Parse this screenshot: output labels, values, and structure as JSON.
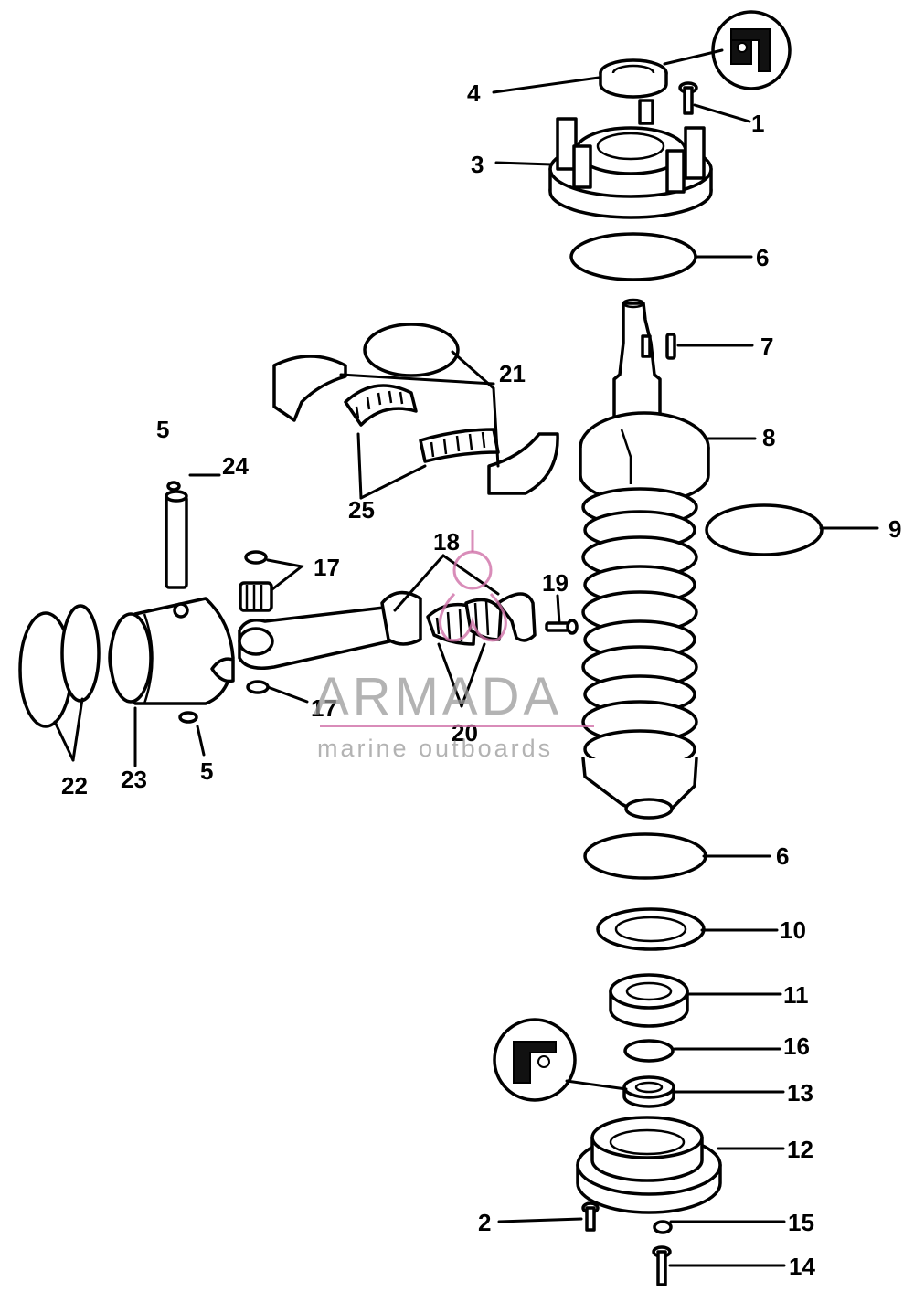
{
  "diagram": {
    "callouts": [
      {
        "id": "c1",
        "label": "1"
      },
      {
        "id": "c2",
        "label": "2"
      },
      {
        "id": "c3",
        "label": "3"
      },
      {
        "id": "c4",
        "label": "4"
      },
      {
        "id": "c5a",
        "label": "5"
      },
      {
        "id": "c5b",
        "label": "5"
      },
      {
        "id": "c6a",
        "label": "6"
      },
      {
        "id": "c6b",
        "label": "6"
      },
      {
        "id": "c7",
        "label": "7"
      },
      {
        "id": "c8",
        "label": "8"
      },
      {
        "id": "c9",
        "label": "9"
      },
      {
        "id": "c10",
        "label": "10"
      },
      {
        "id": "c11",
        "label": "11"
      },
      {
        "id": "c12",
        "label": "12"
      },
      {
        "id": "c13",
        "label": "13"
      },
      {
        "id": "c14",
        "label": "14"
      },
      {
        "id": "c15",
        "label": "15"
      },
      {
        "id": "c16",
        "label": "16"
      },
      {
        "id": "c17a",
        "label": "17"
      },
      {
        "id": "c17b",
        "label": "17"
      },
      {
        "id": "c18",
        "label": "18"
      },
      {
        "id": "c19",
        "label": "19"
      },
      {
        "id": "c20",
        "label": "20"
      },
      {
        "id": "c21",
        "label": "21"
      },
      {
        "id": "c22",
        "label": "22"
      },
      {
        "id": "c23",
        "label": "23"
      },
      {
        "id": "c24",
        "label": "24"
      },
      {
        "id": "c25",
        "label": "25"
      }
    ]
  },
  "watermark": {
    "title": "ARMADA",
    "subtitle": "marine outboards",
    "color": "#9a9a9a",
    "logo_color": "#d070a8"
  }
}
